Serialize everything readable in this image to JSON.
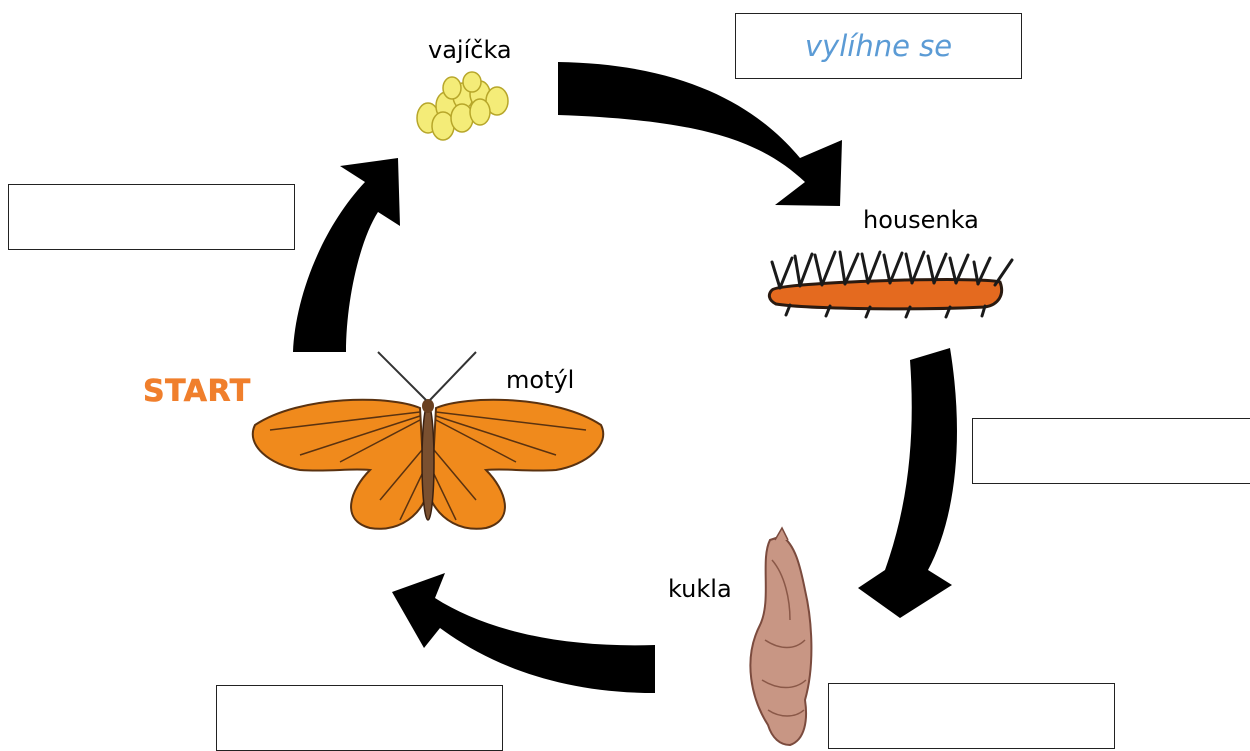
{
  "stages": {
    "eggs": {
      "label": "vajíčka"
    },
    "caterpillar": {
      "label": "housenka"
    },
    "pupa": {
      "label": "kukla"
    },
    "butterfly": {
      "label": "motýl"
    }
  },
  "start_label": "START",
  "answer_boxes": {
    "eggs_to_caterpillar": "vylíhne se",
    "caterpillar_to_pupa": "",
    "pupa_to_butterfly": "",
    "butterfly_to_pupa_text": "",
    "butterfly_to_eggs": ""
  },
  "colors": {
    "start": "#f07f2c",
    "answer_text": "#5b9bd5",
    "arrow": "#000000",
    "egg_fill": "#f4ec78",
    "egg_stroke": "#b7a62a",
    "caterpillar_body": "#e46a1f",
    "butterfly_wing": "#f08a1c",
    "pupa": "#c89684"
  }
}
